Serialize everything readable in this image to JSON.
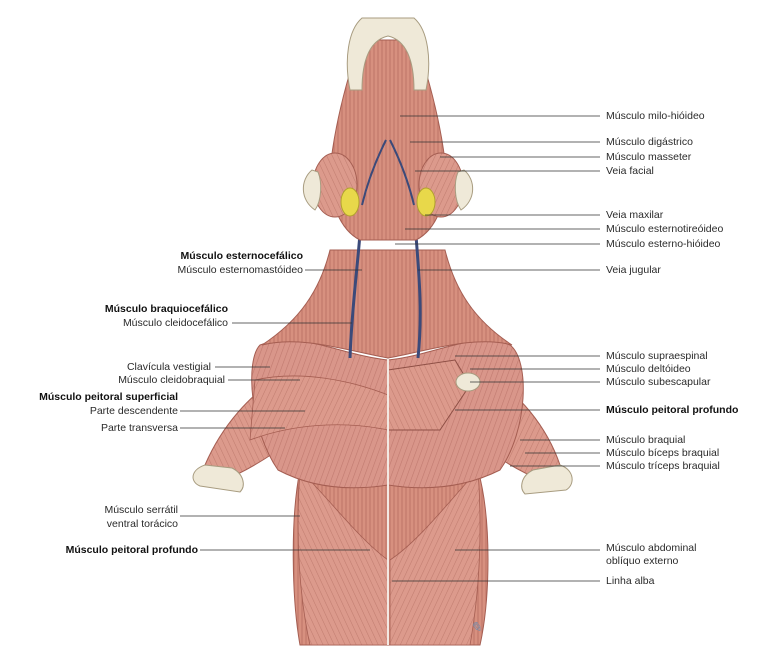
{
  "labels_left": [
    {
      "id": "esternocefalico",
      "text": "Músculo esternocefálico",
      "bold": true
    },
    {
      "id": "esternomastoideo",
      "text": "Músculo esternomastóideo",
      "bold": false
    },
    {
      "id": "braquiocefalico",
      "text": "Músculo braquiocefálico",
      "bold": true
    },
    {
      "id": "cleidocefalico",
      "text": "Músculo cleidocefálico",
      "bold": false
    },
    {
      "id": "clavicula",
      "text": "Clavícula vestigial",
      "bold": false
    },
    {
      "id": "cleidobraquial",
      "text": "Músculo cleidobraquial",
      "bold": false
    },
    {
      "id": "peitoral-superficial",
      "text": "Músculo peitoral superficial",
      "bold": true
    },
    {
      "id": "parte-descendente",
      "text": "Parte descendente",
      "bold": false
    },
    {
      "id": "parte-transversa",
      "text": "Parte transversa",
      "bold": false
    },
    {
      "id": "serratil-1",
      "text": "Músculo serrátil",
      "bold": false
    },
    {
      "id": "serratil-2",
      "text": "ventral torácico",
      "bold": false
    },
    {
      "id": "peitoral-profundo-left",
      "text": "Músculo peitoral profundo",
      "bold": true
    }
  ],
  "labels_right": [
    {
      "id": "milo-hioideo",
      "text": "Músculo milo-hióideo",
      "bold": false
    },
    {
      "id": "digastrico",
      "text": "Músculo digástrico",
      "bold": false
    },
    {
      "id": "masseter",
      "text": "Músculo masseter",
      "bold": false
    },
    {
      "id": "veia-facial",
      "text": "Veia facial",
      "bold": false
    },
    {
      "id": "veia-maxilar",
      "text": "Veia maxilar",
      "bold": false
    },
    {
      "id": "esternotireoideo",
      "text": "Músculo esternotireóideo",
      "bold": false
    },
    {
      "id": "esterno-hioideo",
      "text": "Músculo esterno-hióideo",
      "bold": false
    },
    {
      "id": "veia-jugular",
      "text": "Veia jugular",
      "bold": false
    },
    {
      "id": "supraespinal",
      "text": "Músculo supraespinal",
      "bold": false
    },
    {
      "id": "deltoideo",
      "text": "Músculo deltóideo",
      "bold": false
    },
    {
      "id": "subescapular",
      "text": "Músculo subescapular",
      "bold": false
    },
    {
      "id": "peitoral-profundo-right",
      "text": "Músculo peitoral profundo",
      "bold": true
    },
    {
      "id": "braquial",
      "text": "Músculo braquial",
      "bold": false
    },
    {
      "id": "biceps",
      "text": "Músculo bíceps braquial",
      "bold": false
    },
    {
      "id": "triceps",
      "text": "Músculo tríceps braquial",
      "bold": false
    },
    {
      "id": "abdominal-1",
      "text": "Músculo abdominal",
      "bold": false
    },
    {
      "id": "abdominal-2",
      "text": "oblíquo externo",
      "bold": false
    },
    {
      "id": "linha-alba",
      "text": "Linha alba",
      "bold": false
    }
  ],
  "colors": {
    "muscle": "#d9968a",
    "muscle_dark": "#b9695e",
    "muscle_light": "#ebb9ad",
    "vein": "#3b4a7a",
    "gland": "#e8d84a",
    "cartilage": "#efe9d8",
    "leader_line": "#333333",
    "text": "#2a2a2a"
  }
}
